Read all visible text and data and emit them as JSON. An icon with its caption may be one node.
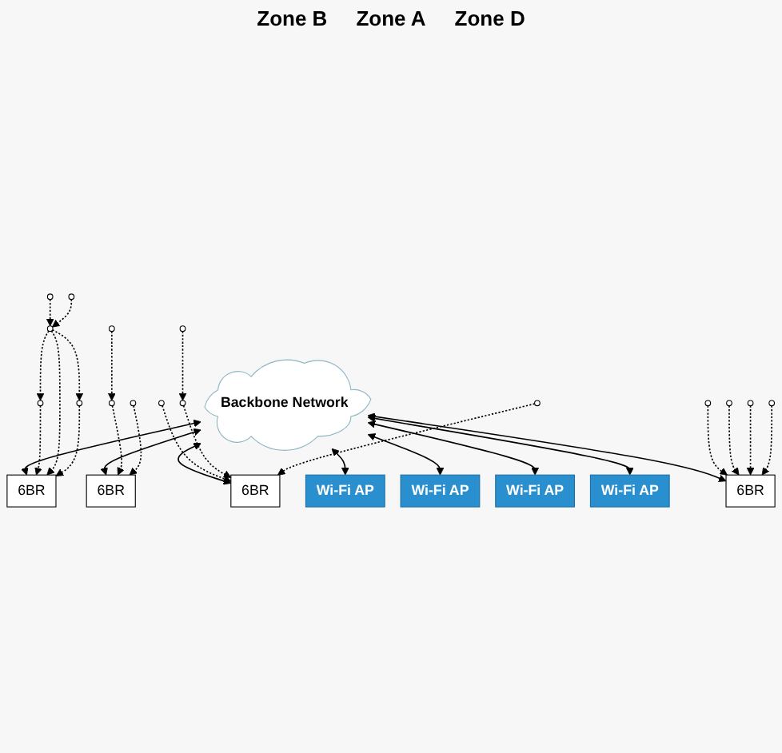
{
  "diagram": {
    "nodes": [
      {
        "text": [
          "Backbone Network"
        ]
      },
      {
        "text": [
          "Wi-Fi AP"
        ]
      },
      {
        "text": [
          "Wi-Fi AP"
        ]
      },
      {
        "text": [
          "Wi-Fi AP"
        ]
      },
      {
        "text": [
          "Wi-Fi AP"
        ]
      },
      {
        "text": [
          "6BR"
        ]
      },
      {
        "text": [
          "6BR"
        ]
      },
      {
        "text": [
          "6BR"
        ]
      },
      {
        "text": [
          "6BR"
        ]
      },
      {
        "text": [],
        "shape": "circle"
      },
      {
        "text": [],
        "shape": "circle"
      },
      {
        "text": [],
        "shape": "circle"
      },
      {
        "text": [],
        "shape": "circle"
      },
      {
        "text": [],
        "shape": "circle"
      },
      {
        "text": [],
        "shape": "circle"
      },
      {
        "text": [],
        "shape": "circle"
      },
      {
        "text": [],
        "shape": "circle"
      },
      {
        "text": [],
        "shape": "circle"
      },
      {
        "text": [],
        "shape": "circle"
      },
      {
        "text": [],
        "shape": "circle"
      },
      {
        "text": [],
        "shape": "circle"
      },
      {
        "text": [],
        "shape": "circle"
      },
      {
        "text": [],
        "shape": "circle"
      },
      {
        "text": [],
        "shape": "circle"
      },
      {
        "text": [],
        "shape": "circle"
      }
    ],
    "edges": [
      {
        "from": 0,
        "to": 1,
        "arrow": "both"
      },
      {
        "from": 0,
        "to": 2,
        "arrow": "both"
      },
      {
        "from": 0,
        "to": 3,
        "arrow": "both"
      },
      {
        "from": 0,
        "to": 4,
        "arrow": "both"
      },
      {
        "from": 0,
        "to": 5,
        "arrow": "both"
      },
      {
        "from": 0,
        "to": 6,
        "arrow": "both"
      },
      {
        "from": 0,
        "to": 7,
        "arrow": "both"
      },
      {
        "from": 0,
        "to": 8,
        "arrow": "both"
      },
      {
        "from": 9,
        "to": 10,
        "arrow": "to",
        "style": "dashed"
      },
      {
        "from": 10,
        "to": 5,
        "arrow": "to",
        "style": "dashed"
      },
      {
        "from": 11,
        "to": 5,
        "arrow": "to",
        "style": "dashed"
      },
      {
        "from": 12,
        "to": 6,
        "arrow": "to",
        "style": "dashed"
      },
      {
        "from": 13,
        "to": 6,
        "arrow": "to",
        "style": "dashed"
      },
      {
        "from": 14,
        "to": 6,
        "arrow": "to",
        "style": "dashed"
      },
      {
        "from": 15,
        "to": 6,
        "arrow": "to",
        "style": "dashed"
      },
      {
        "from": 16,
        "to": 7,
        "arrow": "to",
        "style": "dashed"
      },
      {
        "from": 17,
        "to": 7,
        "arrow": "to",
        "style": "dashed"
      },
      {
        "from": 19,
        "to": 7,
        "arrow": "to",
        "style": "dashed"
      },
      {
        "from": 17,
        "to": 16,
        "arrow": "to",
        "style": "dashed"
      },
      {
        "from": 17,
        "to": 19,
        "arrow": "to",
        "style": "dashed"
      },
      {
        "from": 18,
        "to": 17,
        "arrow": "to",
        "style": "dashed"
      },
      {
        "from": 20,
        "to": 17,
        "arrow": "to",
        "style": "dashed"
      },
      {
        "from": 21,
        "to": 8,
        "arrow": "to",
        "style": "dashed"
      },
      {
        "from": 22,
        "to": 8,
        "arrow": "to",
        "style": "dashed"
      },
      {
        "from": 23,
        "to": 8,
        "arrow": "to",
        "style": "dashed"
      },
      {
        "from": 24,
        "to": 22,
        "arrow": "to",
        "style": "dashed"
      }
    ],
    "labels": [
      "Zone B",
      "Zone A",
      "Zone D"
    ]
  }
}
